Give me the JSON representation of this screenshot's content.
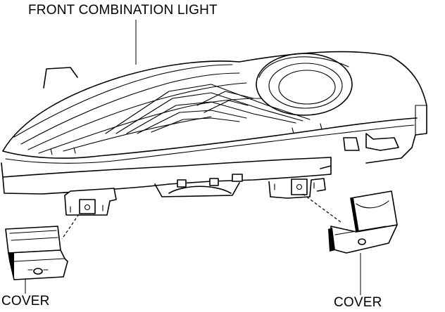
{
  "labels": {
    "title": "FRONT COMBINATION LIGHT",
    "cover_left": "COVER",
    "cover_right": "COVER"
  }
}
